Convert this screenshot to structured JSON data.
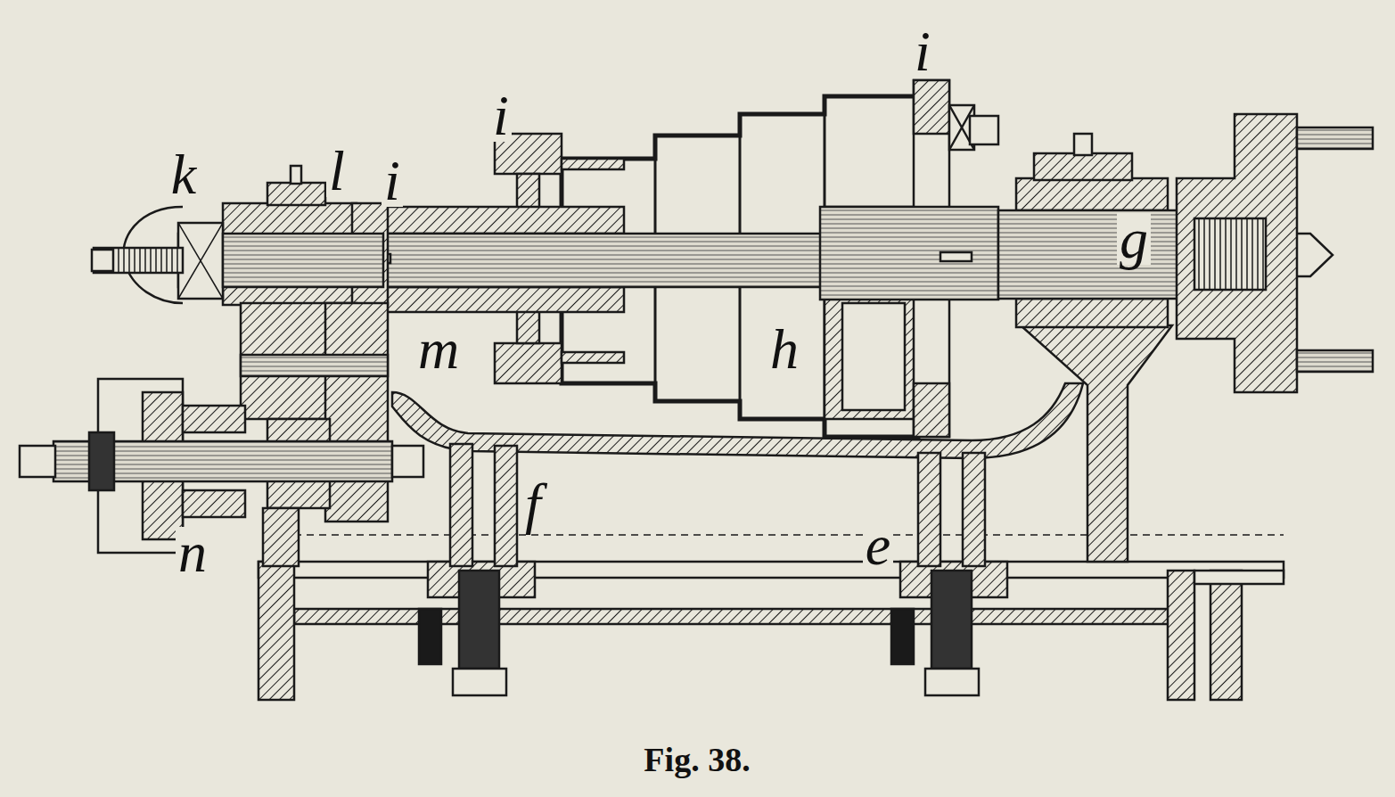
{
  "diagram": {
    "caption": "Fig. 38.",
    "labels": [
      "i",
      "i",
      "k",
      "l",
      "i",
      "g",
      "m",
      "h",
      "f",
      "e",
      "n"
    ]
  }
}
